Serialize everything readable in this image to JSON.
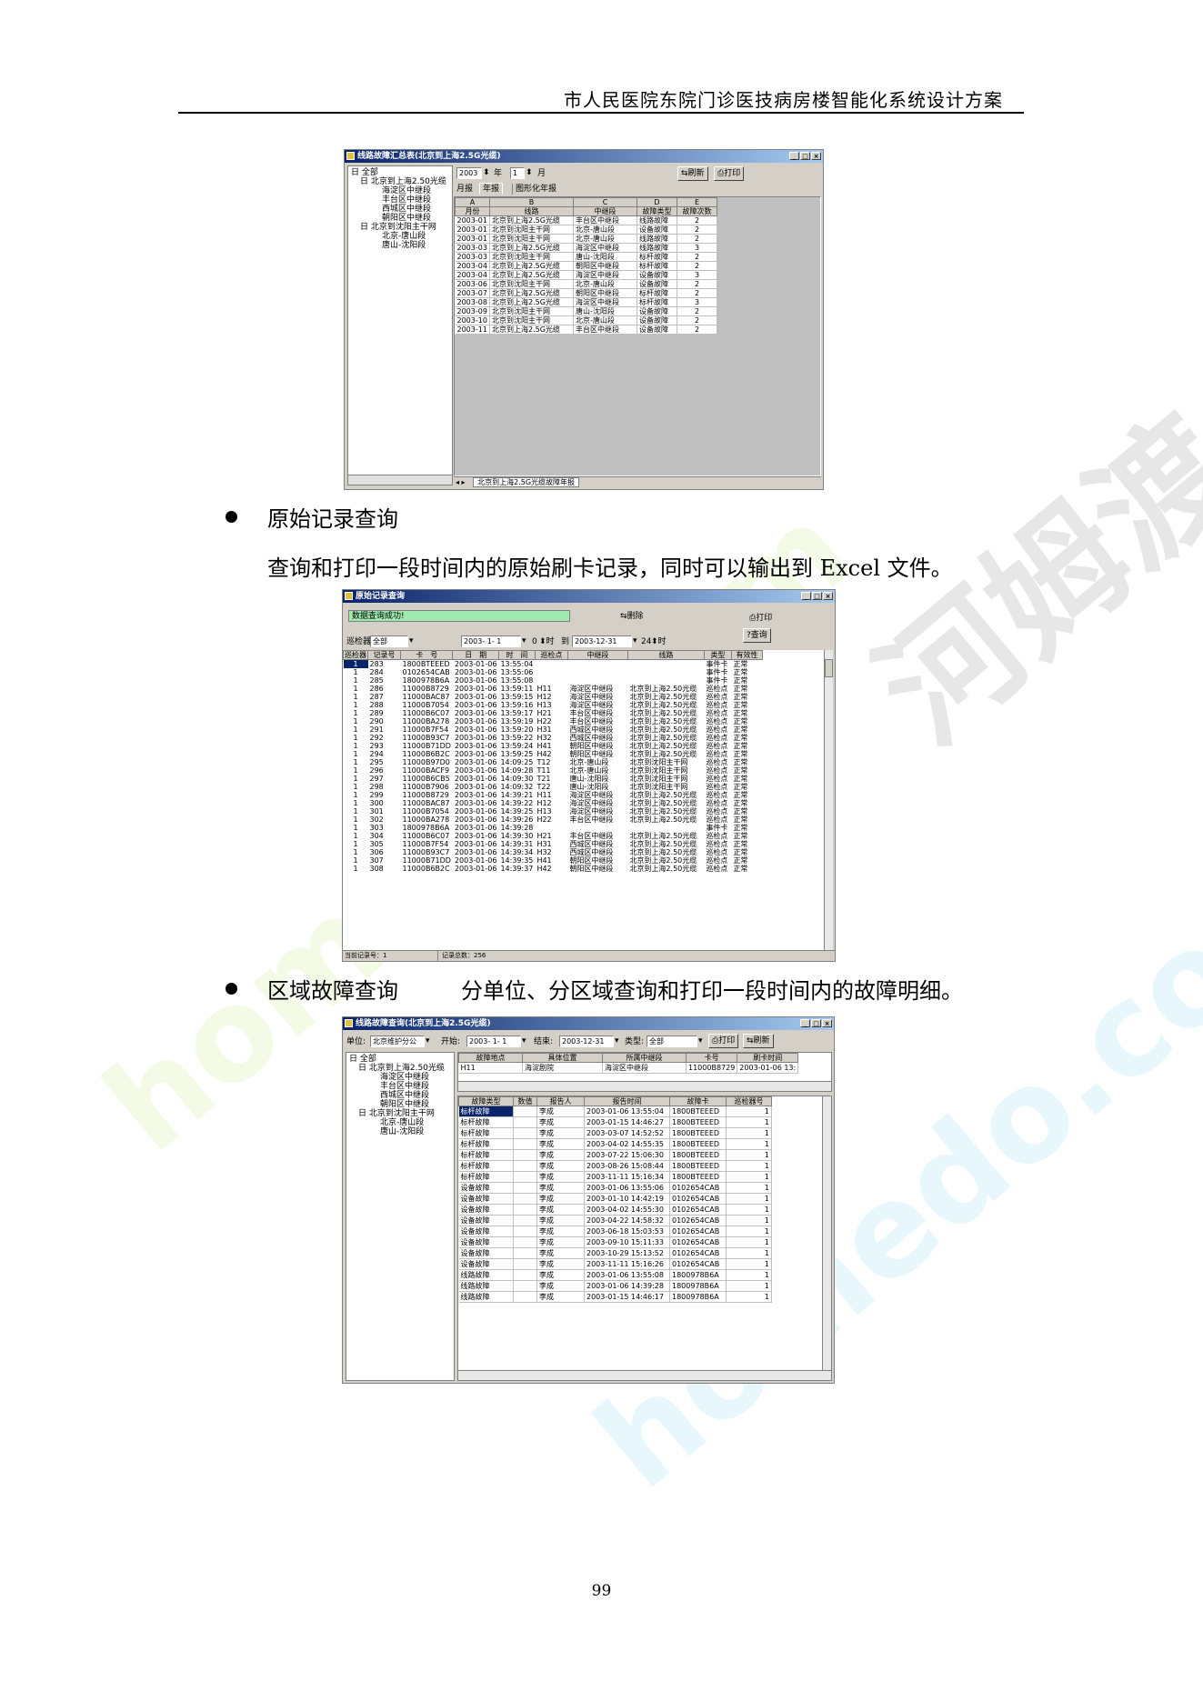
{
  "header": {
    "title": "市人民医院东院门诊医技病房楼智能化系统设计方案"
  },
  "page_number": "99",
  "watermark": {
    "text1": "homedo.com",
    "text2": "河姆渡",
    "text3": "homedo.com"
  },
  "bullets": [
    {
      "title": "原始记录查询",
      "desc": "查询和打印一段时间内的原始刷卡记录，同时可以输出到 Excel 文件。"
    },
    {
      "title": "区域故障查询",
      "desc": "分单位、分区域查询和打印一段时间内的故障明细。"
    }
  ],
  "win1": {
    "title": "线路故障汇总表(北京到上海2.5G光缆)",
    "tree": [
      "日 全部",
      "日 北京到上海2.50光缆",
      "海淀区中继段",
      "丰台区中继段",
      "西城区中继段",
      "朝阳区中继段",
      "日 北京到沈阳主干网",
      "北京-唐山段",
      "唐山-沈阳段"
    ],
    "year": "2003",
    "year_label": "年",
    "month": "1",
    "month_label": "月",
    "refresh": "刷新",
    "print": "打印",
    "tabs": [
      "月报",
      "年报",
      "图形化年报"
    ],
    "col_letters": [
      "A",
      "B",
      "C",
      "D",
      "E"
    ],
    "headers": [
      "月份",
      "线路",
      "中继段",
      "故障类型",
      "故障次数"
    ],
    "rows": [
      [
        "2003-01",
        "北京到上海2.5G光缆",
        "丰台区中继段",
        "线路故障",
        "2"
      ],
      [
        "2003-01",
        "北京到沈阳主干网",
        "北京-唐山段",
        "设备故障",
        "2"
      ],
      [
        "2003-01",
        "北京到沈阳主干网",
        "北京-唐山段",
        "线路故障",
        "2"
      ],
      [
        "2003-03",
        "北京到上海2.5G光缆",
        "海淀区中继段",
        "线路故障",
        "3"
      ],
      [
        "2003-03",
        "北京到沈阳主干网",
        "唐山-沈阳段",
        "标杆故障",
        "2"
      ],
      [
        "2003-04",
        "北京到上海2.5G光缆",
        "朝阳区中继段",
        "标杆故障",
        "2"
      ],
      [
        "2003-04",
        "北京到上海2.5G光缆",
        "海淀区中继段",
        "设备故障",
        "3"
      ],
      [
        "2003-06",
        "北京到沈阳主干网",
        "北京-唐山段",
        "设备故障",
        "2"
      ],
      [
        "2003-07",
        "北京到上海2.5G光缆",
        "朝阳区中继段",
        "标杆故障",
        "2"
      ],
      [
        "2003-08",
        "北京到上海2.5G光缆",
        "海淀区中继段",
        "标杆故障",
        "3"
      ],
      [
        "2003-09",
        "北京到沈阳主干网",
        "唐山-沈阳段",
        "设备故障",
        "2"
      ],
      [
        "2003-10",
        "北京到沈阳主干网",
        "北京-唐山段",
        "设备故障",
        "2"
      ],
      [
        "2003-11",
        "北京到上海2.5G光缆",
        "丰台区中继段",
        "设备故障",
        "2"
      ]
    ],
    "sheet_tab": "北京到上海2.5G光缆故障年报"
  },
  "win2": {
    "title": "原始记录查询",
    "status": "数据查询成功!",
    "delete": "删除",
    "print": "打印",
    "query": "查询",
    "inspector_label": "巡检器",
    "inspector_value": "全部",
    "date_from": "2003- 1- 1",
    "hour_from": "0",
    "hour_label": "时",
    "to_label": "到",
    "date_to": "2003-12-31",
    "hour_to": "24",
    "headers": [
      "巡检器",
      "记录号",
      "卡　号",
      "日　期",
      "时　间",
      "巡检点",
      "中继段",
      "线路",
      "类型",
      "有效性"
    ],
    "rows": [
      [
        "1",
        "283",
        "1800BTEEED",
        "2003-01-06",
        "13:55:04",
        "",
        "",
        "",
        "事件卡",
        "正常"
      ],
      [
        "1",
        "284",
        "0102654CAB",
        "2003-01-06",
        "13:55:06",
        "",
        "",
        "",
        "事件卡",
        "正常"
      ],
      [
        "1",
        "285",
        "1800978B6A",
        "2003-01-06",
        "13:55:08",
        "",
        "",
        "",
        "事件卡",
        "正常"
      ],
      [
        "1",
        "286",
        "11000B8729",
        "2003-01-06",
        "13:59:11",
        "H11",
        "海淀区中继段",
        "北京到上海2.50光缆",
        "巡检点",
        "正常"
      ],
      [
        "1",
        "287",
        "11000BAC87",
        "2003-01-06",
        "13:59:15",
        "H12",
        "海淀区中继段",
        "北京到上海2.50光缆",
        "巡检点",
        "正常"
      ],
      [
        "1",
        "288",
        "11000B7054",
        "2003-01-06",
        "13:59:16",
        "H13",
        "海淀区中继段",
        "北京到上海2.50光缆",
        "巡检点",
        "正常"
      ],
      [
        "1",
        "289",
        "11000B6C07",
        "2003-01-06",
        "13:59:17",
        "H21",
        "丰台区中继段",
        "北京到上海2.50光缆",
        "巡检点",
        "正常"
      ],
      [
        "1",
        "290",
        "11000BA278",
        "2003-01-06",
        "13:59:19",
        "H22",
        "丰台区中继段",
        "北京到上海2.50光缆",
        "巡检点",
        "正常"
      ],
      [
        "1",
        "291",
        "11000B7F54",
        "2003-01-06",
        "13:59:20",
        "H31",
        "西城区中继段",
        "北京到上海2.50光缆",
        "巡检点",
        "正常"
      ],
      [
        "1",
        "292",
        "11000B93C7",
        "2003-01-06",
        "13:59:22",
        "H32",
        "西城区中继段",
        "北京到上海2.50光缆",
        "巡检点",
        "正常"
      ],
      [
        "1",
        "293",
        "11000B71DD",
        "2003-01-06",
        "13:59:24",
        "H41",
        "朝阳区中继段",
        "北京到上海2.50光缆",
        "巡检点",
        "正常"
      ],
      [
        "1",
        "294",
        "11000B6B2C",
        "2003-01-06",
        "13:59:25",
        "H42",
        "朝阳区中继段",
        "北京到上海2.50光缆",
        "巡检点",
        "正常"
      ],
      [
        "1",
        "295",
        "11000B97D0",
        "2003-01-06",
        "14:09:25",
        "T12",
        "北京-唐山段",
        "北京到沈阳主干网",
        "巡检点",
        "正常"
      ],
      [
        "1",
        "296",
        "11000BACF9",
        "2003-01-06",
        "14:09:28",
        "T11",
        "北京-唐山段",
        "北京到沈阳主干网",
        "巡检点",
        "正常"
      ],
      [
        "1",
        "297",
        "11000B6CB5",
        "2003-01-06",
        "14:09:30",
        "T21",
        "唐山-沈阳段",
        "北京到沈阳主干网",
        "巡检点",
        "正常"
      ],
      [
        "1",
        "298",
        "11000B7906",
        "2003-01-06",
        "14:09:32",
        "T22",
        "唐山-沈阳段",
        "北京到沈阳主干网",
        "巡检点",
        "正常"
      ],
      [
        "1",
        "299",
        "11000B8729",
        "2003-01-06",
        "14:39:21",
        "H11",
        "海淀区中继段",
        "北京到上海2.50光缆",
        "巡检点",
        "正常"
      ],
      [
        "1",
        "300",
        "11000BAC87",
        "2003-01-06",
        "14:39:22",
        "H12",
        "海淀区中继段",
        "北京到上海2.50光缆",
        "巡检点",
        "正常"
      ],
      [
        "1",
        "301",
        "11000B7054",
        "2003-01-06",
        "14:39:25",
        "H13",
        "海淀区中继段",
        "北京到上海2.50光缆",
        "巡检点",
        "正常"
      ],
      [
        "1",
        "302",
        "11000BA278",
        "2003-01-06",
        "14:39:26",
        "H22",
        "丰台区中继段",
        "北京到上海2.50光缆",
        "巡检点",
        "正常"
      ],
      [
        "1",
        "303",
        "1800978B6A",
        "2003-01-06",
        "14:39:28",
        "",
        "",
        "",
        "事件卡",
        "正常"
      ],
      [
        "1",
        "304",
        "11000B6C07",
        "2003-01-06",
        "14:39:30",
        "H21",
        "丰台区中继段",
        "北京到上海2.50光缆",
        "巡检点",
        "正常"
      ],
      [
        "1",
        "305",
        "11000B7F54",
        "2003-01-06",
        "14:39:31",
        "H31",
        "西城区中继段",
        "北京到上海2.50光缆",
        "巡检点",
        "正常"
      ],
      [
        "1",
        "306",
        "11000B93C7",
        "2003-01-06",
        "14:39:34",
        "H32",
        "西城区中继段",
        "北京到上海2.50光缆",
        "巡检点",
        "正常"
      ],
      [
        "1",
        "307",
        "11000B71DD",
        "2003-01-06",
        "14:39:35",
        "H41",
        "朝阳区中继段",
        "北京到上海2.50光缆",
        "巡检点",
        "正常"
      ],
      [
        "1",
        "308",
        "11000B6B2C",
        "2003-01-06",
        "14:39:37",
        "H42",
        "朝阳区中继段",
        "北京到上海2.50光缆",
        "巡检点",
        "正常"
      ]
    ],
    "status_left": "当前记录号：1",
    "status_right": "记录总数：256"
  },
  "win3": {
    "title": "线路故障查询(北京到上海2.5G光缆)",
    "unit_label": "单位:",
    "unit_value": "北京维护分公",
    "start_label": "开始:",
    "start_value": "2003- 1- 1",
    "end_label": "结束:",
    "end_value": "2003-12-31",
    "type_label": "类型:",
    "type_value": "全部",
    "print": "打印",
    "refresh": "刷新",
    "tree": [
      "日 全部",
      "日 北京到上海2.50光缆",
      "海淀区中继段",
      "丰台区中继段",
      "西城区中继段",
      "朝阳区中继段",
      "日 北京到沈阳主干网",
      "北京-唐山段",
      "唐山-沈阳段"
    ],
    "top_headers": [
      "故障地点",
      "具体位置",
      "所属中继段",
      "卡号",
      "刷卡时间"
    ],
    "top_row": [
      "H11",
      "海淀剧院",
      "海淀区中继段",
      "11000B8729",
      "2003-01-06 13:"
    ],
    "bottom_headers": [
      "故障类型",
      "数值",
      "报告人",
      "报告时间",
      "故障卡",
      "巡检器号"
    ],
    "bottom_rows": [
      [
        "标杆故障",
        "",
        "李成",
        "2003-01-06 13:55:04",
        "1800BTEEED",
        "1"
      ],
      [
        "标杆故障",
        "",
        "李成",
        "2003-01-15 14:46:27",
        "1800BTEEED",
        "1"
      ],
      [
        "标杆故障",
        "",
        "李成",
        "2003-03-07 14:52:52",
        "1800BTEEED",
        "1"
      ],
      [
        "标杆故障",
        "",
        "李成",
        "2003-04-02 14:55:35",
        "1800BTEEED",
        "1"
      ],
      [
        "标杆故障",
        "",
        "李成",
        "2003-07-22 15:06:30",
        "1800BTEEED",
        "1"
      ],
      [
        "标杆故障",
        "",
        "李成",
        "2003-08-26 15:08:44",
        "1800BTEEED",
        "1"
      ],
      [
        "标杆故障",
        "",
        "李成",
        "2003-11-11 15:16:34",
        "1800BTEEED",
        "1"
      ],
      [
        "设备故障",
        "",
        "李成",
        "2003-01-06 13:55:06",
        "0102654CAB",
        "1"
      ],
      [
        "设备故障",
        "",
        "李成",
        "2003-01-10 14:42:19",
        "0102654CAB",
        "1"
      ],
      [
        "设备故障",
        "",
        "李成",
        "2003-04-02 14:55:30",
        "0102654CAB",
        "1"
      ],
      [
        "设备故障",
        "",
        "李成",
        "2003-04-22 14:58:32",
        "0102654CAB",
        "1"
      ],
      [
        "设备故障",
        "",
        "李成",
        "2003-06-18 15:03:53",
        "0102654CAB",
        "1"
      ],
      [
        "设备故障",
        "",
        "李成",
        "2003-09-10 15:11:33",
        "0102654CAB",
        "1"
      ],
      [
        "设备故障",
        "",
        "李成",
        "2003-10-29 15:13:52",
        "0102654CAB",
        "1"
      ],
      [
        "设备故障",
        "",
        "李成",
        "2003-11-11 15:16:26",
        "0102654CAB",
        "1"
      ],
      [
        "线路故障",
        "",
        "李成",
        "2003-01-06 13:55:08",
        "1800978B6A",
        "1"
      ],
      [
        "线路故障",
        "",
        "李成",
        "2003-01-06 14:39:28",
        "1800978B6A",
        "1"
      ],
      [
        "线路故障",
        "",
        "李成",
        "2003-01-15 14:46:17",
        "1800978B6A",
        "1"
      ]
    ]
  }
}
